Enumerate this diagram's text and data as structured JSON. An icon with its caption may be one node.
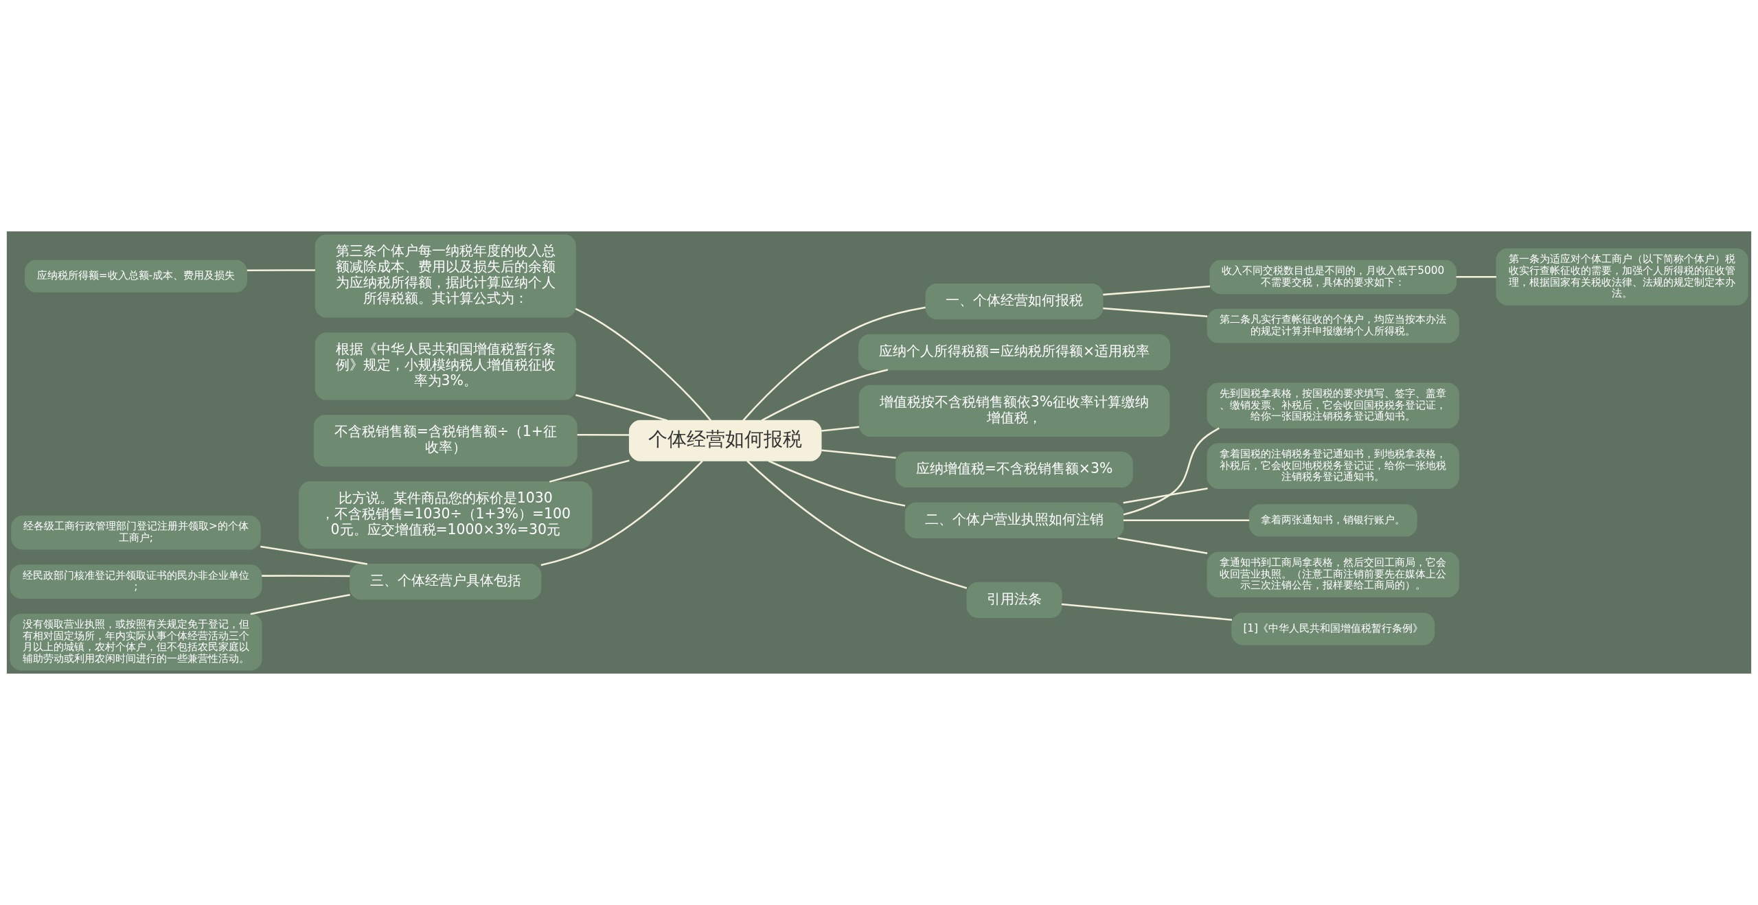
{
  "diagram": {
    "nodes": [
      {
        "text": [
          "个体经营如何报税"
        ]
      },
      {
        "text": [
          "一、个体经营如何报税"
        ]
      },
      {
        "text": [
          "收入不同交税数目也是不同的，月收入低于5000不需要交税，具体的要求如下："
        ]
      },
      {
        "text": [
          "第一条为适应对个体工商户（以下简称个体户）税收实行查帐征收的需要，加强个人所得税的征收管理，根据国家有关税收法律、法规的规定制定本办法。"
        ]
      },
      {
        "text": [
          "第二条凡实行查帐征收的个体户，均应当按本办法的规定计算并申报缴纳个人所得税。"
        ]
      },
      {
        "text": [
          "应纳个人所得税额=应纳税所得额×适用税率"
        ]
      },
      {
        "text": [
          "增值税按不含税销售额依3%征收率计算缴纳增值税，"
        ]
      },
      {
        "text": [
          "应纳增值税=不含税销售额×3%"
        ]
      },
      {
        "text": [
          "二、个体户营业执照如何注销"
        ]
      },
      {
        "text": [
          "先到国税拿表格，按国税的要求填写、签字、盖章、缴销发票、补税后，它会收回国税税务登记证，给你一张国税注销税务登记通知书。"
        ]
      },
      {
        "text": [
          "拿着国税的注销税务登记通知书，到地税拿表格，补税后，它会收回地税税务登记证，给你一张地税注销税务登记通知书。"
        ]
      },
      {
        "text": [
          "拿着两张通知书，销银行账户。"
        ]
      },
      {
        "text": [
          "拿通知书到工商局拿表格，然后交回工商局，它会收回营业执照。（注意工商注销前要先在媒体上公示三次注销公告，报样要给工商局的）。"
        ]
      },
      {
        "text": [
          "引用法条"
        ]
      },
      {
        "text": [
          "[1]《中华人民共和国增值税暂行条例》"
        ]
      },
      {
        "text": [
          "第三条个体户每一纳税年度的收入总额减除成本、费用以及损失后的余额为应纳税所得额，据此计算应纳个人所得税额。其计算公式为："
        ]
      },
      {
        "text": [
          "应纳税所得额=收入总额-成本、费用及损失"
        ]
      },
      {
        "text": [
          "根据《中华人民共和国增值税暂行条例》规定，小规模纳税人增值税征收率为3%。"
        ]
      },
      {
        "text": [
          "不含税销售额=含税销售额÷（1+征收率）"
        ]
      },
      {
        "text": [
          "比方说。某件商品您的标价是1030，不含税销售=1030÷（1+3%）=1000元。应交增值税=1000×3%=30元"
        ]
      },
      {
        "text": [
          "三、个体经营户具体包括"
        ]
      },
      {
        "text": [
          "经各级工商行政管理部门登记注册并领取>的个体工商户;"
        ]
      },
      {
        "text": [
          "经民政部门核准登记并领取证书的民办非企业单位;"
        ]
      },
      {
        "text": [
          "没有领取营业执照，或按照有关规定免于登记，但有相对固定场所，年内实际从事个体经营活动三个月以上的城镇，农村个体户，但不包括农民家庭以辅助劳动或利用农闲时间进行的一些兼营性活动。"
        ]
      }
    ],
    "edges": [
      {
        "from": 0,
        "to": 1,
        "arrow": "none"
      },
      {
        "from": 1,
        "to": 2,
        "arrow": "none"
      },
      {
        "from": 2,
        "to": 3,
        "arrow": "none"
      },
      {
        "from": 1,
        "to": 4,
        "arrow": "none"
      },
      {
        "from": 0,
        "to": 5,
        "arrow": "none"
      },
      {
        "from": 0,
        "to": 6,
        "arrow": "none"
      },
      {
        "from": 0,
        "to": 7,
        "arrow": "none"
      },
      {
        "from": 0,
        "to": 8,
        "arrow": "none"
      },
      {
        "from": 8,
        "to": 9,
        "arrow": "none"
      },
      {
        "from": 8,
        "to": 10,
        "arrow": "none"
      },
      {
        "from": 8,
        "to": 11,
        "arrow": "none"
      },
      {
        "from": 8,
        "to": 12,
        "arrow": "none"
      },
      {
        "from": 0,
        "to": 13,
        "arrow": "none"
      },
      {
        "from": 13,
        "to": 14,
        "arrow": "none"
      },
      {
        "from": 0,
        "to": 15,
        "arrow": "none"
      },
      {
        "from": 15,
        "to": 16,
        "arrow": "none"
      },
      {
        "from": 0,
        "to": 17,
        "arrow": "none"
      },
      {
        "from": 0,
        "to": 18,
        "arrow": "none"
      },
      {
        "from": 0,
        "to": 19,
        "arrow": "none"
      },
      {
        "from": 0,
        "to": 20,
        "arrow": "none"
      },
      {
        "from": 20,
        "to": 21,
        "arrow": "none"
      },
      {
        "from": 20,
        "to": 22,
        "arrow": "none"
      },
      {
        "from": 20,
        "to": 23,
        "arrow": "none"
      }
    ]
  }
}
